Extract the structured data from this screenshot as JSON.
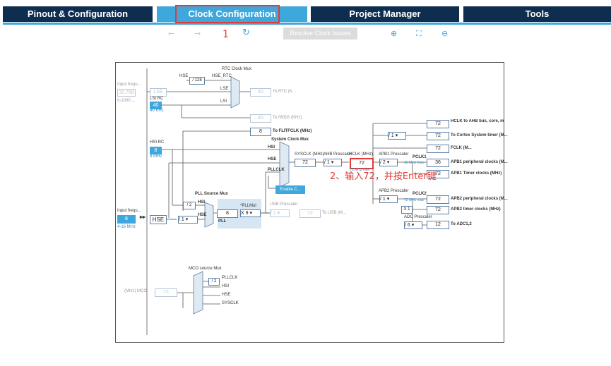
{
  "tabs": [
    {
      "label": "Pinout & Configuration"
    },
    {
      "label": "Clock Configuration"
    },
    {
      "label": "Project Manager"
    },
    {
      "label": "Tools"
    }
  ],
  "toolbar": {
    "undo_icon": "←",
    "redo_icon": "→",
    "refresh_icon": "↻",
    "resolve_label": "Resolve Clock Issues",
    "zoom_in_icon": "⊕",
    "fit_icon": "⛶",
    "zoom_out_icon": "⊖"
  },
  "annotations": {
    "step1": "1",
    "step2": "2、输入72，并按Enter键"
  },
  "colors": {
    "tab_dark": "#0f2e4f",
    "tab_active": "#3ea7dc",
    "annotation_red": "#e53935",
    "diagram_blue": "#3ea7dc"
  },
  "diagram": {
    "input_freq_lse_label": "Input frequ...",
    "lse_input_value": "32.768",
    "lse_range": "0-1000 ...",
    "lse_label": "LSE",
    "lsi_rc_label": "LSI RC",
    "lsi_value": "40",
    "lsi_freq": "40 KHz",
    "hsi_rc_label": "HSI RC",
    "hsi_value": "8",
    "hsi_freq": "8 MHz",
    "input_freq_hse_label": "Input frequ...",
    "hse_input_value": "8",
    "hse_range": "4-16 MHz",
    "hse_label": "HSE",
    "rtc_mux_title": "RTC Clock Mux",
    "rtc_hse_label": "HSE",
    "rtc_div_value": "/ 128",
    "rtc_hse_rtc": "HSE_RTC",
    "rtc_lse": "LSE",
    "rtc_lsi": "LSI",
    "rtc_out_value": "40",
    "rtc_out_label": "To RTC (K...",
    "iwdg_value": "40",
    "iwdg_label": "To IWDG (KHz)",
    "flit_value": "8",
    "flit_label": "To FLITFCLK (MHz)",
    "sys_mux_title": "System Clock Mux",
    "sys_hsi": "HSI",
    "sys_hse": "HSE",
    "sys_pllclk": "PLLCLK",
    "enable_css": "Enable C...",
    "sysclk_label": "SYSCLK (MHz)",
    "sysclk_value": "72",
    "ahb_prescaler_label": "AHB Prescaler",
    "ahb_div": "/ 1",
    "hclk_label": "HCLK (MHz)",
    "hclk_value": "72",
    "hclk_max": "72 MHz max",
    "apb1_prescaler_label": "APB1 Prescaler",
    "apb1_div": "/ 2",
    "pclk1_label": "PCLK1",
    "pclk1_max": "36 MHz max",
    "apb1_periph_value": "36",
    "apb1_periph_label": "APB1 peripheral clocks (M...",
    "apb1_timer_mul": "X 2",
    "apb1_timer_value": "72",
    "apb1_timer_label": "APB1 Timer clocks (MHz)",
    "hclk_ahb_value": "72",
    "hclk_ahb_label": "HCLK to AHB bus, core, memory and DMA (MHz)",
    "cortex_div": "/ 1",
    "cortex_value": "72",
    "cortex_label": "To Cortex System timer (M...",
    "fclk_value": "72",
    "fclk_label": "FCLK (M...",
    "apb2_prescaler_label": "APB2 Prescaler",
    "apb2_div": "/ 1",
    "pclk2_label": "PCLK2",
    "pclk2_max": "72 MHz max",
    "apb2_periph_value": "72",
    "apb2_periph_label": "APB2 peripheral clocks (M...",
    "apb2_timer_mul": "X 1",
    "apb2_timer_value": "72",
    "apb2_timer_label": "APB2 timer clocks (MHz)",
    "adc_prescaler_label": "ADC Prescaler",
    "adc_div": "/ 6",
    "adc_value": "12",
    "adc_label": "To ADC1,2",
    "pll_mux_title": "PLL Source Mux",
    "pll_hsi": "HSI",
    "pll_hse": "HSE",
    "pll_hsi_div": "/ 2",
    "pll_hse_div": "/ 1",
    "pll_value": "8",
    "pll_label": "PLL",
    "pllmul_label": "*PLLMul",
    "pllmul_value": "X 9",
    "usb_prescaler_label": "USB Prescaler",
    "usb_div": "/ 1",
    "usb_value": "72",
    "usb_label": "To USB (M...",
    "mco_mux_title": "MCO source Mux",
    "mco_out_label": "(MHz) MCO",
    "mco_value": "72",
    "mco_div": "/ 2",
    "mco_pllclk": "PLLCLK",
    "mco_hsi": "HSI",
    "mco_hse": "HSE",
    "mco_sysclk": "SYSCLK"
  }
}
